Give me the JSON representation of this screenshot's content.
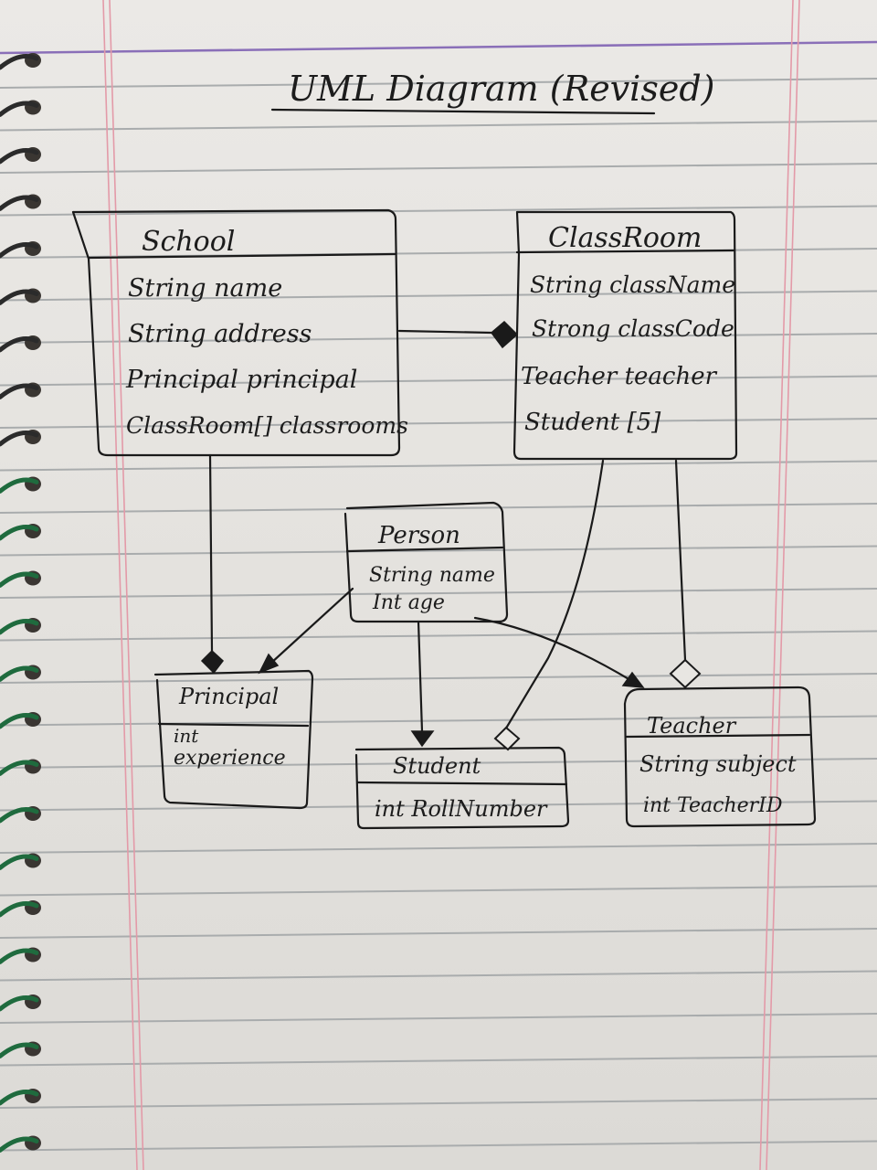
{
  "title": "UML Diagram (Revised)",
  "classes": {
    "school": {
      "name": "School",
      "attributes": [
        "String name",
        "String address",
        "Principal principal",
        "ClassRoom[] classrooms"
      ]
    },
    "classroom": {
      "name": "ClassRoom",
      "attributes": [
        "String className",
        "Strong classCode",
        "Teacher teacher",
        "Student [5]"
      ]
    },
    "person": {
      "name": "Person",
      "attributes": [
        "String name",
        "Int age"
      ]
    },
    "principal": {
      "name": "Principal",
      "attributes": [
        "int",
        "experience"
      ]
    },
    "student": {
      "name": "Student",
      "attributes": [
        "int RollNumber"
      ]
    },
    "teacher": {
      "name": "Teacher",
      "attributes": [
        "String subject",
        "int TeacherID"
      ]
    }
  },
  "relationships": [
    {
      "from": "School",
      "to": "ClassRoom",
      "type": "composition"
    },
    {
      "from": "School",
      "to": "Principal",
      "type": "composition"
    },
    {
      "from": "Person",
      "to": "Principal",
      "type": "arrow"
    },
    {
      "from": "Person",
      "to": "Student",
      "type": "arrow"
    },
    {
      "from": "Person",
      "to": "Teacher",
      "type": "arrow"
    },
    {
      "from": "ClassRoom",
      "to": "Student",
      "type": "aggregation"
    },
    {
      "from": "ClassRoom",
      "to": "Teacher",
      "type": "aggregation"
    }
  ],
  "colors": {
    "paper": "#e8e6e2",
    "rule_line": "#a9acad",
    "margin_line": "#e39aa8",
    "header_line": "#8a6fb8",
    "ink": "#1a1a1a",
    "spiral": "#1f6b3e"
  }
}
